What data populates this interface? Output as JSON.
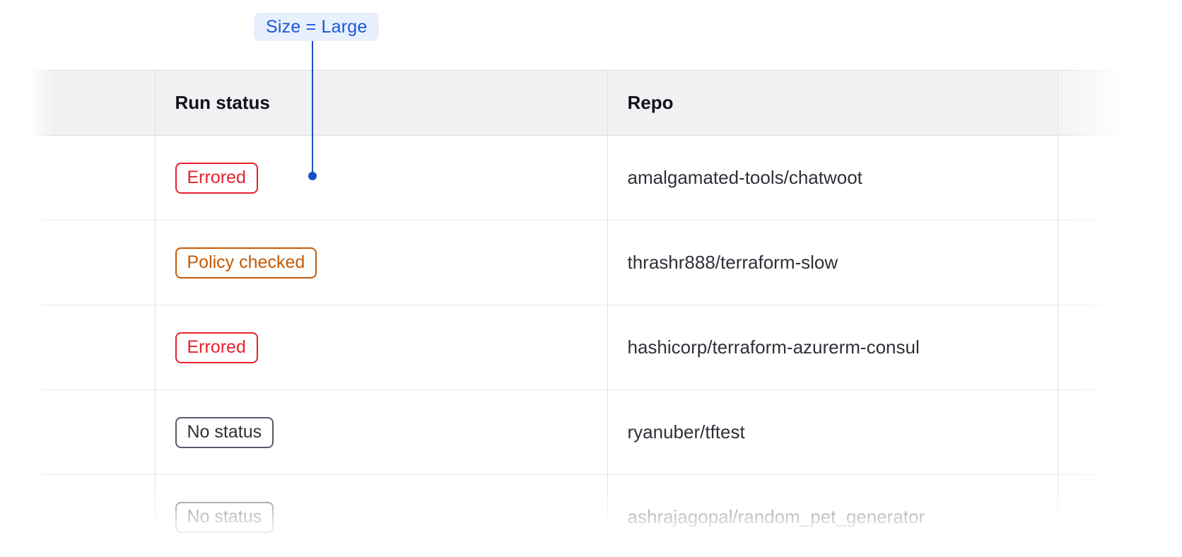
{
  "annotation": {
    "label": "Size = Large",
    "accent_color": "#1a56d6",
    "background_color": "#e8f0fe",
    "line_color": "#1a4fc4"
  },
  "table": {
    "columns": [
      {
        "key": "lead",
        "label": ""
      },
      {
        "key": "status",
        "label": "Run status"
      },
      {
        "key": "repo",
        "label": "Repo"
      },
      {
        "key": "tail",
        "label": ""
      }
    ],
    "header_background": "#f0f1f3",
    "border_color": "#dcdee3",
    "rows": [
      {
        "status": "Errored",
        "status_variant": "errored",
        "status_color": "#e8222e",
        "repo": "amalgamated-tools/chatwoot"
      },
      {
        "status": "Policy checked",
        "status_variant": "policy-checked",
        "status_color": "#c35a05",
        "repo": "thrashr888/terraform-slow"
      },
      {
        "status": "Errored",
        "status_variant": "errored",
        "status_color": "#e8222e",
        "repo": "hashicorp/terraform-azurerm-consul"
      },
      {
        "status": "No status",
        "status_variant": "no-status",
        "status_color": "#565c6b",
        "repo": "ryanuber/tftest"
      },
      {
        "status": "No status",
        "status_variant": "no-status",
        "status_color": "#565c6b",
        "repo": "ashrajagopal/random_pet_generator"
      }
    ]
  }
}
